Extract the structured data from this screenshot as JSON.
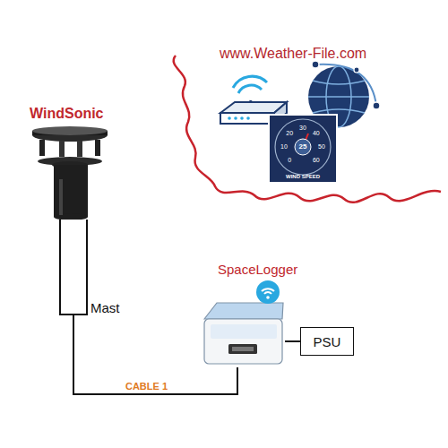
{
  "diagram": {
    "nodes": [
      {
        "text": [
          "Mast"
        ]
      },
      {
        "text": [
          "SpaceLogger"
        ]
      },
      {
        "text": [
          "PSU"
        ]
      }
    ],
    "edges": [
      {
        "from": 0,
        "to": 1,
        "arrow": "none",
        "label": "CABLE 1"
      },
      {
        "from": 1,
        "to": 2,
        "arrow": "none"
      }
    ],
    "labels": [
      "WindSonic",
      "www.Weather-File.com",
      "0",
      "10",
      "20",
      "30",
      "40",
      "50",
      "60",
      "25",
      "WIND SPEED"
    ]
  }
}
